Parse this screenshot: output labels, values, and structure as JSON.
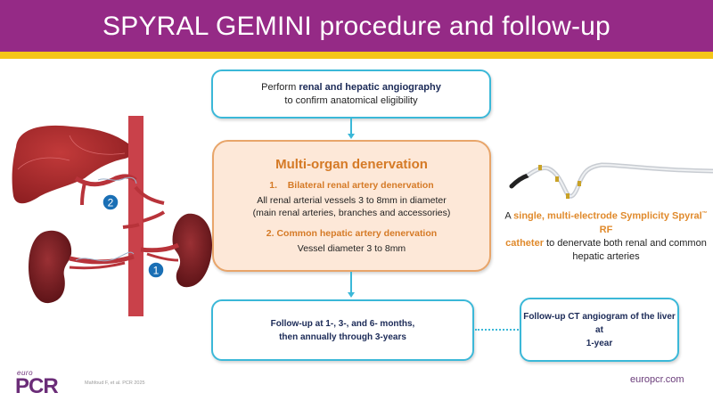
{
  "header": {
    "title": "SPYRAL GEMINI procedure and follow-up",
    "background_color": "#952a86",
    "stripe_color": "#f5c518"
  },
  "steps": {
    "angiography": {
      "prefix": "Perform ",
      "bold": "renal and hepatic angiography",
      "line2": "to confirm anatomical eligibility"
    },
    "denervation": {
      "title": "Multi-organ denervation",
      "item1_heading": "1.    Bilateral renal artery denervation",
      "item1_line1": "All renal arterial vessels 3 to 8mm in diameter",
      "item1_line2": "(main renal arteries, branches and accessories)",
      "item2_heading": "2. Common hepatic artery denervation",
      "item2_line1": "Vessel diameter 3 to 8mm"
    },
    "follow_up": {
      "line1": "Follow-up at 1-, 3-, and 6- months,",
      "line2": "then annually through 3-years"
    },
    "ct_follow_up": {
      "line1": "Follow-up CT angiogram of the liver at",
      "line2": "1-year"
    }
  },
  "catheter": {
    "prefix": "A ",
    "highlight1": "single, multi-electrode Symplicity Spyral",
    "tm": "™",
    "highlight2": " RF",
    "highlight3": "catheter",
    "rest1": " to denervate both renal and common",
    "rest2": "hepatic arteries"
  },
  "illustration": {
    "markers": [
      "2",
      "1"
    ],
    "marker_color": "#1a6fb5",
    "organ_color": "#a82828",
    "aorta_color": "#c9414a"
  },
  "footer": {
    "logo_top": "euro",
    "logo_main": "PCR",
    "reference": "Mahfoud F, et al. PCR 2025",
    "url": "europcr.com"
  },
  "colors": {
    "accent_blue": "#3bb8d8",
    "accent_orange": "#d57a26",
    "text_navy": "#1b2a57"
  }
}
